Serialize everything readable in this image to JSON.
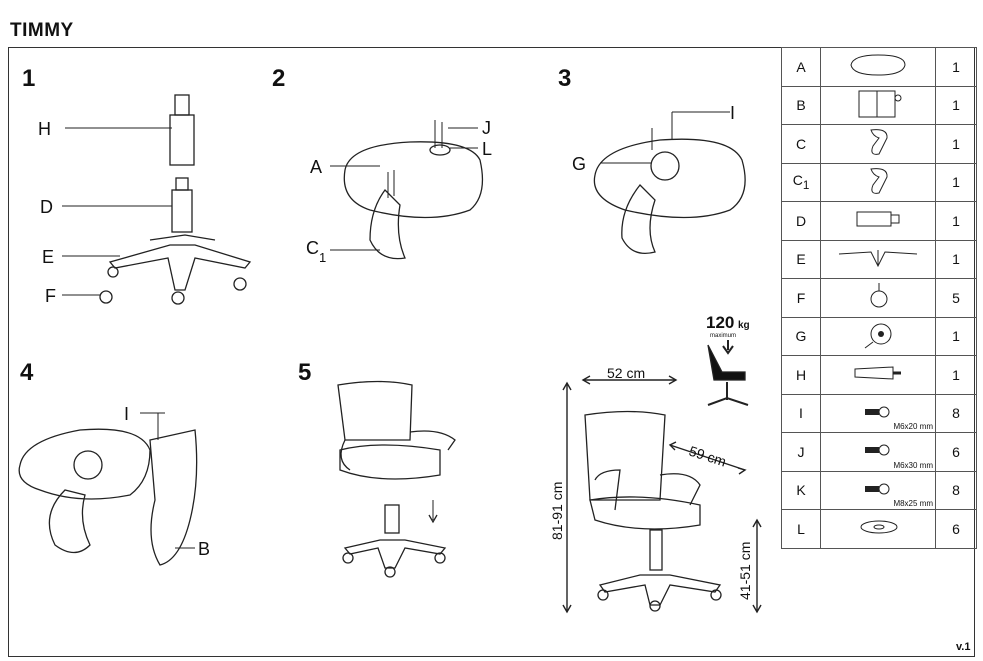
{
  "title": "TIMMY",
  "version": "v.1",
  "steps": [
    {
      "number": "1",
      "labels": [
        "H",
        "D",
        "E",
        "F"
      ]
    },
    {
      "number": "2",
      "labels": [
        "J",
        "L",
        "A",
        "C"
      ],
      "sub": "1"
    },
    {
      "number": "3",
      "labels": [
        "I",
        "G"
      ]
    },
    {
      "number": "4",
      "labels": [
        "I",
        "B"
      ]
    },
    {
      "number": "5",
      "labels": []
    }
  ],
  "dimensions": {
    "width": "52 cm",
    "depth": "59 cm",
    "height": "81-91 cm",
    "seat_height": "41-51 cm",
    "max_load": "120",
    "max_load_unit": "kg",
    "max_load_note": "maximum"
  },
  "parts": [
    {
      "letter": "A",
      "qty": "1",
      "icon": "seat-icon"
    },
    {
      "letter": "B",
      "qty": "1",
      "icon": "backrest-icon"
    },
    {
      "letter": "C",
      "qty": "1",
      "icon": "armrest-icon"
    },
    {
      "letter": "C",
      "sub": "1",
      "qty": "1",
      "icon": "armrest-icon"
    },
    {
      "letter": "D",
      "qty": "1",
      "icon": "gas-lift-icon"
    },
    {
      "letter": "E",
      "qty": "1",
      "icon": "base-icon"
    },
    {
      "letter": "F",
      "qty": "5",
      "icon": "caster-icon"
    },
    {
      "letter": "G",
      "qty": "1",
      "icon": "mechanism-icon"
    },
    {
      "letter": "H",
      "qty": "1",
      "icon": "cover-icon"
    },
    {
      "letter": "I",
      "qty": "8",
      "icon": "bolt-icon",
      "size": "M6x20 mm"
    },
    {
      "letter": "J",
      "qty": "6",
      "icon": "bolt-icon",
      "size": "M6x30 mm"
    },
    {
      "letter": "K",
      "qty": "8",
      "icon": "bolt-icon",
      "size": "M8x25 mm"
    },
    {
      "letter": "L",
      "qty": "6",
      "icon": "washer-icon"
    }
  ]
}
